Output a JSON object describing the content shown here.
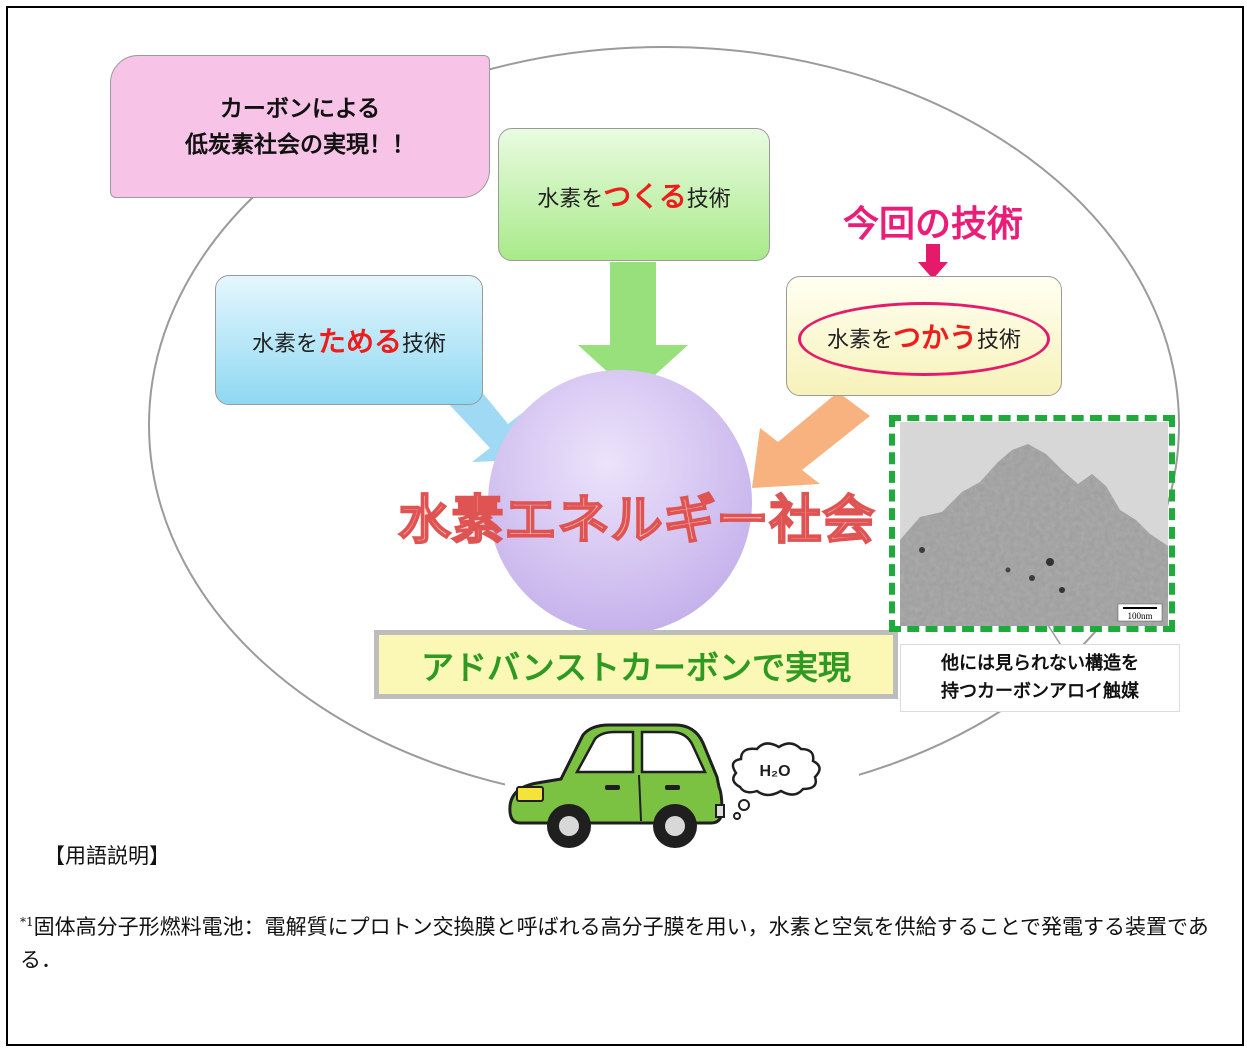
{
  "diagram": {
    "callout": {
      "line1": "カーボンによる",
      "line2": "低炭素社会の実現！！"
    },
    "make_box": {
      "prefix": "水素を",
      "verb": "つくる",
      "suffix": "技術"
    },
    "store_box": {
      "prefix": "水素を",
      "verb": "ためる",
      "suffix": "技術"
    },
    "use_box": {
      "prefix": "水素を",
      "verb": "つかう",
      "suffix": "技術"
    },
    "current_tech_label": "今回の技術",
    "center_label": "水素エネルギー社会",
    "advanced_carbon_label": "アドバンストカーボンで実現",
    "micrograph": {
      "scale_bar": "100nm",
      "caption_line1": "他には見られない構造を",
      "caption_line2": "持つカーボンアロイ触媒"
    },
    "exhaust_label": "H₂O"
  },
  "glossary": {
    "title": "【用語説明】",
    "marker": "*1",
    "definition": "固体高分子形燃料電池：電解質にプロトン交換膜と呼ばれる高分子膜を用い，水素と空気を供給することで発電する装置である．"
  },
  "colors": {
    "verb_red": "#ef1c1c",
    "accent_magenta": "#e51a6b",
    "advanced_green": "#2e9a22",
    "frame_green": "#1fab3c"
  }
}
